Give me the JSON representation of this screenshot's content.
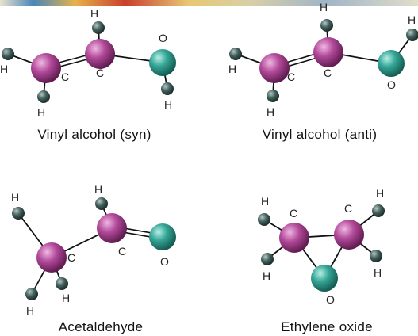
{
  "colors": {
    "carbon": "#a4378a",
    "oxygen": "#2e9a8a",
    "hydrogen": "#3a4f4d",
    "bond": "#111111",
    "banner": [
      "#3a7fb5",
      "#e7b64a",
      "#cc3c2c",
      "#e9d18a",
      "#5a8fbd"
    ]
  },
  "atom_labels": {
    "hydrogen": "H",
    "carbon": "C",
    "oxygen": "O"
  },
  "molecules": [
    {
      "id": "vinyl-alcohol-syn",
      "caption": "Vinyl alcohol (syn)"
    },
    {
      "id": "vinyl-alcohol-anti",
      "caption": "Vinyl alcohol (anti)"
    },
    {
      "id": "acetaldehyde",
      "caption": "Acetaldehyde"
    },
    {
      "id": "ethylene-oxide",
      "caption": "Ethylene oxide"
    }
  ]
}
